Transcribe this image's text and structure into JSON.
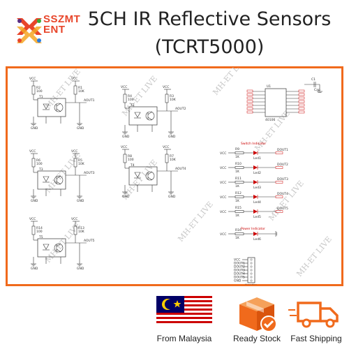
{
  "brand": {
    "line1": "SSZMT",
    "line2": "ENT",
    "accent": "#e8452a"
  },
  "title": {
    "line1": "5CH IR Reflective Sensors",
    "line2": "(TCRT5000)"
  },
  "border_color": "#f06a1c",
  "schematic": {
    "watermark": "MH-ET LIVE",
    "sensor_blocks": [
      {
        "rA": "R1",
        "rA_val": "10K",
        "rB": "R2",
        "rB_val": "100",
        "part": "T1",
        "out": "AOUT1",
        "vcc": "VCC",
        "gnd": "GND"
      },
      {
        "rA": "R3",
        "rA_val": "10K",
        "rB": "R4",
        "rB_val": "100",
        "part": "T2",
        "out": "AOUT2",
        "vcc": "VCC",
        "gnd": "GND"
      },
      {
        "rA": "R5",
        "rA_val": "10K",
        "rB": "R6",
        "rB_val": "100",
        "part": "T3",
        "out": "AOUT3",
        "vcc": "VCC",
        "gnd": "GND"
      },
      {
        "rA": "R7",
        "rA_val": "10K",
        "rB": "R8",
        "rB_val": "100",
        "part": "T4",
        "out": "AOUT4",
        "vcc": "VCC",
        "gnd": "GND"
      },
      {
        "rA": "R13",
        "rA_val": "10K",
        "rB": "R14",
        "rB_val": "100",
        "part": "T5",
        "out": "AOUT5",
        "vcc": "VCC",
        "gnd": "GND"
      }
    ],
    "ic": {
      "name": "U1",
      "part": "40106",
      "cap": "C1",
      "cap_val": "Cap"
    },
    "led_header": "Switch Indicator",
    "leds": [
      {
        "r": "R9",
        "val": "1K",
        "d": "Led1",
        "out": "DOUT1"
      },
      {
        "r": "R10",
        "val": "1K",
        "d": "Led2",
        "out": "DOUT2"
      },
      {
        "r": "R11",
        "val": "1K",
        "d": "Led3",
        "out": "DOUT3"
      },
      {
        "r": "R12",
        "val": "1K",
        "d": "Led4",
        "out": "DOUT4"
      },
      {
        "r": "R15",
        "val": "1K",
        "d": "Led5",
        "out": "DOUT5"
      }
    ],
    "power_header": "Power Indicator",
    "power_led": {
      "r": "R16",
      "val": "1K",
      "d": "Led6"
    },
    "connector": {
      "name": "Header",
      "pins": [
        "VCC",
        "DOUT1",
        "DOUT2",
        "DOUT3",
        "DOUT4",
        "DOUT5",
        "GND"
      ]
    }
  },
  "badges": [
    {
      "icon": "malaysia-flag-icon",
      "label": "From Malaysia"
    },
    {
      "icon": "box-check-icon",
      "label": "Ready Stock",
      "color": "#f06a1c"
    },
    {
      "icon": "truck-icon",
      "label": "Fast Shipping",
      "color": "#f06a1c"
    }
  ]
}
